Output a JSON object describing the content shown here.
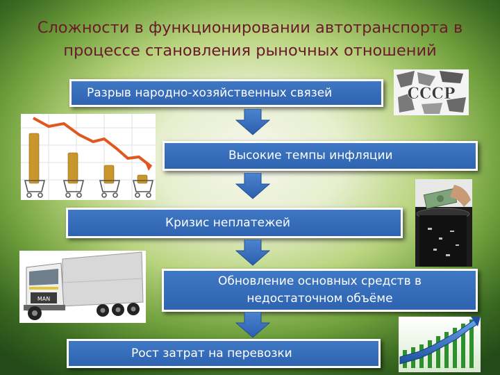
{
  "title": {
    "line1": "Сложности в функционировании автотранспорта в",
    "line2": "процессе становления рыночных отношений"
  },
  "flow": {
    "steps": [
      {
        "label": "Разрыв народно-хозяйственных связей"
      },
      {
        "label": "Высокие темпы инфляции"
      },
      {
        "label": "Кризис неплатежей"
      },
      {
        "label": "Обновление основных средств в недостаточном объёме"
      },
      {
        "label": "Рост затрат на перевозки"
      }
    ]
  },
  "images": {
    "ussr_logo_text": "СССР",
    "truck_plate_text": "MAN"
  },
  "colors": {
    "box_fill": "#3169b5",
    "box_border": "#ffffff",
    "title_text": "#6b1a2a",
    "arrow_fill": "#3a6fc0"
  }
}
